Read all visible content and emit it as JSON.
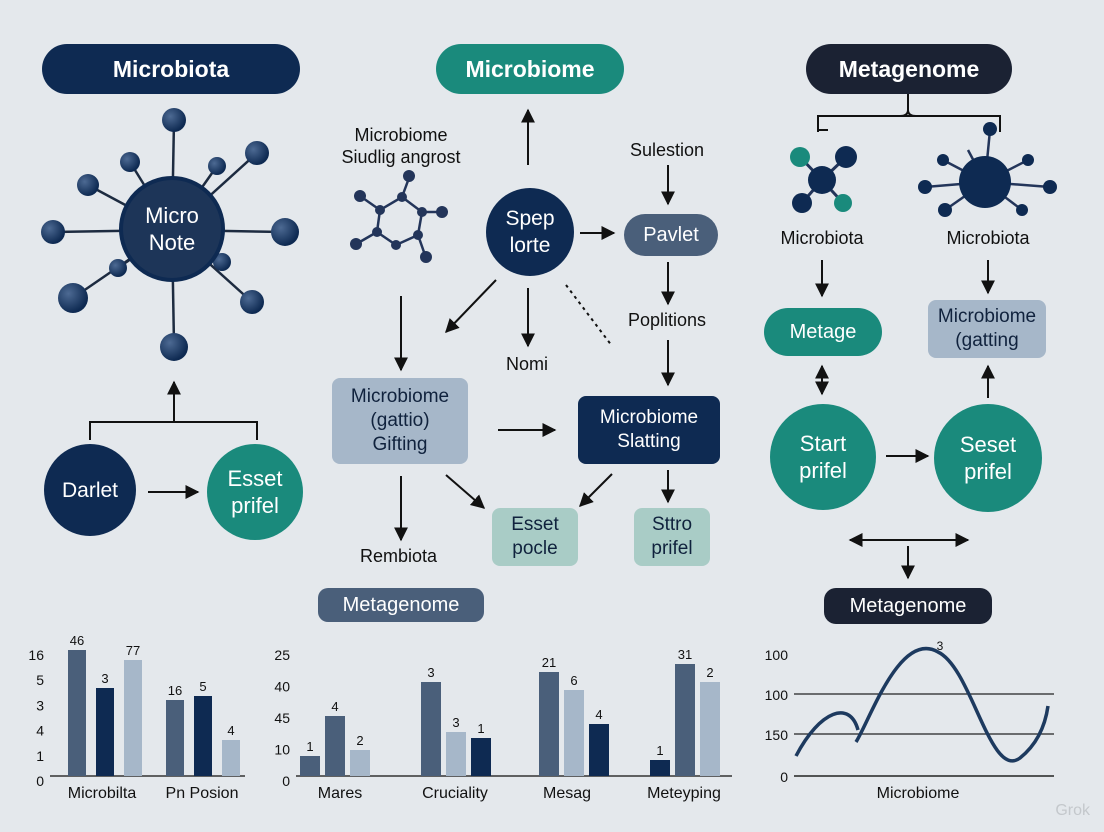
{
  "headers": {
    "microbiota": "Microbiota",
    "microbiome": "Microbiome",
    "metagenome": "Metagenome"
  },
  "left_panel": {
    "hub_text": "Micro\nNote",
    "node_darlet": "Darlet",
    "node_esset": "Esset\nprifel"
  },
  "center_panel": {
    "caption": "Microbiome\nSiudlig angrost",
    "hub_text": "Spep\nlorte",
    "label_sulestion": "Sulestion",
    "box_pavlet": "Pavlet",
    "label_poplitions": "Poplitions",
    "label_nomi": "Nomi",
    "box_gattio": "Microbiome\n(gattio)\nGifting",
    "box_slatting": "Microbiome\nSlatting",
    "label_rembiota": "Rembiota",
    "box_esset_pocle": "Esset\npocle",
    "box_sttro_prifel": "Sttro\nprifel"
  },
  "right_panel": {
    "label_microbiota_left": "Microbiota",
    "label_microbiota_right": "Microbiota",
    "box_metage": "Metage",
    "box_gatting": "Microbiome\n(gatting",
    "circle_start": "Start\nprifel",
    "circle_seset": "Seset\nprifel"
  },
  "section_labels": {
    "metagenome_center": "Metagenome",
    "metagenome_right": "Metagenome"
  },
  "colors": {
    "navy": "#0e2a52",
    "teal": "#1a8a7c",
    "slate": "#4a5f7a",
    "light_blue": "#a6b7c9",
    "light_teal": "#a9ccc6",
    "background": "#e4e8ec"
  },
  "chart_data": [
    {
      "type": "bar",
      "ytick_labels": [
        "16",
        "5",
        "3",
        "4",
        "1",
        "0"
      ],
      "categories": [
        "Microbilta",
        "Pn Posion"
      ],
      "bars": [
        {
          "group": 0,
          "value": 46,
          "label": "46",
          "color": "slate"
        },
        {
          "group": 0,
          "value": 3,
          "label": "3",
          "color": "navy"
        },
        {
          "group": 0,
          "value": 77,
          "label": "77",
          "color": "light_blue"
        },
        {
          "group": 1,
          "value": 16,
          "label": "16",
          "color": "slate"
        },
        {
          "group": 1,
          "value": 5,
          "label": "5",
          "color": "navy"
        },
        {
          "group": 1,
          "value": 4,
          "label": "4",
          "color": "light_blue"
        }
      ]
    },
    {
      "type": "bar",
      "ytick_labels": [
        "25",
        "40",
        "45",
        "10",
        "0"
      ],
      "categories": [
        "Mares",
        "Cruciality",
        "Mesag",
        "Meteyping"
      ],
      "bars": [
        {
          "group": 0,
          "value": 1,
          "label": "1",
          "color": "slate"
        },
        {
          "group": 0,
          "value": 4,
          "label": "4",
          "color": "slate"
        },
        {
          "group": 0,
          "value": 2,
          "label": "2",
          "color": "light_blue"
        },
        {
          "group": 1,
          "value": 3,
          "label": "3",
          "color": "slate"
        },
        {
          "group": 1,
          "value": 3,
          "label": "3",
          "color": "light_blue"
        },
        {
          "group": 1,
          "value": 1,
          "label": "1",
          "color": "navy"
        },
        {
          "group": 2,
          "value": 21,
          "label": "21",
          "color": "slate"
        },
        {
          "group": 2,
          "value": 6,
          "label": "6",
          "color": "light_blue"
        },
        {
          "group": 2,
          "value": 4,
          "label": "4",
          "color": "navy"
        },
        {
          "group": 3,
          "value": 1,
          "label": "1",
          "color": "navy"
        },
        {
          "group": 3,
          "value": 31,
          "label": "31",
          "color": "slate"
        },
        {
          "group": 3,
          "value": 2,
          "label": "2",
          "color": "light_blue"
        }
      ]
    },
    {
      "type": "line",
      "ytick_labels": [
        "100",
        "100",
        "150",
        "0"
      ],
      "xlabel": "Microbiome",
      "peak_label": "3",
      "grid": true
    }
  ],
  "watermark": "Grok"
}
